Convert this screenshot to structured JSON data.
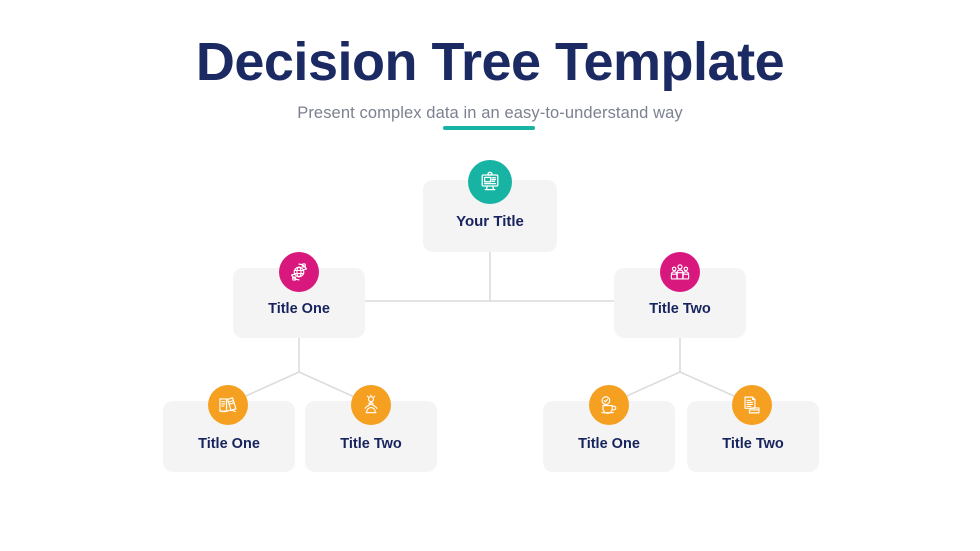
{
  "header": {
    "title": "Decision Tree Template",
    "subtitle": "Present complex data in an easy-to-understand way",
    "title_color": "#1b2a63",
    "subtitle_color": "#7c8190",
    "rule_color": "#17b3a3"
  },
  "theme": {
    "background": "#ffffff",
    "card_background": "#f4f4f5",
    "card_label_color": "#17235c",
    "connector_color": "#dcdcde",
    "accent_teal": "#17b3a3",
    "accent_pink": "#d8187d",
    "accent_orange": "#f5a021"
  },
  "tree": {
    "root": {
      "label": "Your Title",
      "icon": "desktop-monitor-icon",
      "icon_color": "#17b3a3"
    },
    "level2": [
      {
        "label": "Title One",
        "icon": "globe-network-icon",
        "icon_color": "#d8187d"
      },
      {
        "label": "Title Two",
        "icon": "people-group-icon",
        "icon_color": "#d8187d"
      }
    ],
    "level3": [
      {
        "label": "Title One",
        "icon": "open-book-pen-icon",
        "icon_color": "#f5a021"
      },
      {
        "label": "Title Two",
        "icon": "person-idea-icon",
        "icon_color": "#f5a021"
      },
      {
        "label": "Title One",
        "icon": "coffee-cup-check-icon",
        "icon_color": "#f5a021"
      },
      {
        "label": "Title Two",
        "icon": "documents-stack-icon",
        "icon_color": "#f5a021"
      }
    ]
  }
}
